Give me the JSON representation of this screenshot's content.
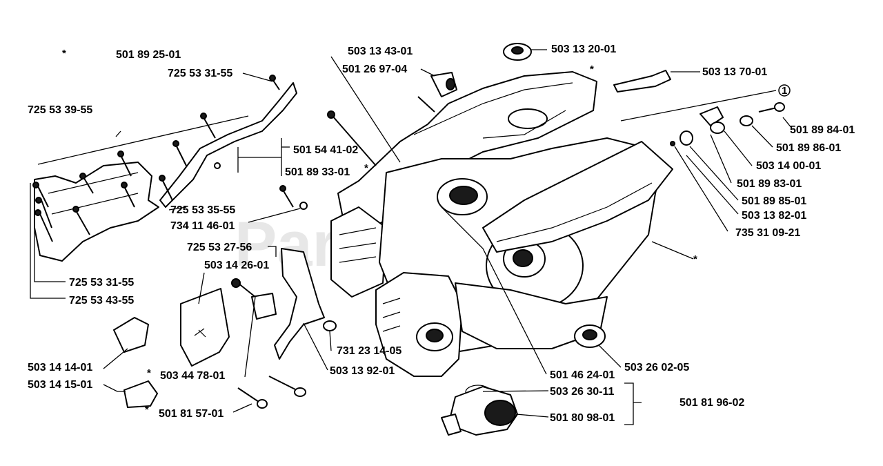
{
  "watermark": "PartsTree",
  "labels": [
    {
      "id": "l1",
      "text": "501 89 25-01"
    },
    {
      "id": "l2",
      "text": "725 53 31-55"
    },
    {
      "id": "l3",
      "text": "725 53 39-55"
    },
    {
      "id": "l4",
      "text": "501 54 41-02"
    },
    {
      "id": "l5",
      "text": "501 89 33-01"
    },
    {
      "id": "l6",
      "text": "725 53 35-55"
    },
    {
      "id": "l7",
      "text": "734 11 46-01"
    },
    {
      "id": "l8",
      "text": "725 53 27-56"
    },
    {
      "id": "l9",
      "text": "503 14 26-01"
    },
    {
      "id": "l10",
      "text": "725 53 31-55"
    },
    {
      "id": "l11",
      "text": "725 53 43-55"
    },
    {
      "id": "l12",
      "text": "503 14 14-01"
    },
    {
      "id": "l13",
      "text": "503 44 78-01"
    },
    {
      "id": "l14",
      "text": "503 14 15-01"
    },
    {
      "id": "l15",
      "text": "501 81 57-01"
    },
    {
      "id": "l16",
      "text": "503 13 92-01"
    },
    {
      "id": "l17",
      "text": "731 23 14-05"
    },
    {
      "id": "l18",
      "text": "503 13 43-01"
    },
    {
      "id": "l19",
      "text": "501 26 97-04"
    },
    {
      "id": "l20",
      "text": "503 13 20-01"
    },
    {
      "id": "l21",
      "text": "503 13 70-01"
    },
    {
      "id": "l22",
      "text": "501 89 84-01"
    },
    {
      "id": "l23",
      "text": "501 89 86-01"
    },
    {
      "id": "l24",
      "text": "503 14 00-01"
    },
    {
      "id": "l25",
      "text": "501 89 83-01"
    },
    {
      "id": "l26",
      "text": "501 89 85-01"
    },
    {
      "id": "l27",
      "text": "503 13 82-01"
    },
    {
      "id": "l28",
      "text": "735 31 09-21"
    },
    {
      "id": "l29",
      "text": "501 46 24-01"
    },
    {
      "id": "l30",
      "text": "503 26 02-05"
    },
    {
      "id": "l31",
      "text": "503 26 30-11"
    },
    {
      "id": "l32",
      "text": "501 80 98-01"
    },
    {
      "id": "l33",
      "text": "501 81 96-02"
    }
  ],
  "asterisk": "*",
  "circled_marker": "1"
}
